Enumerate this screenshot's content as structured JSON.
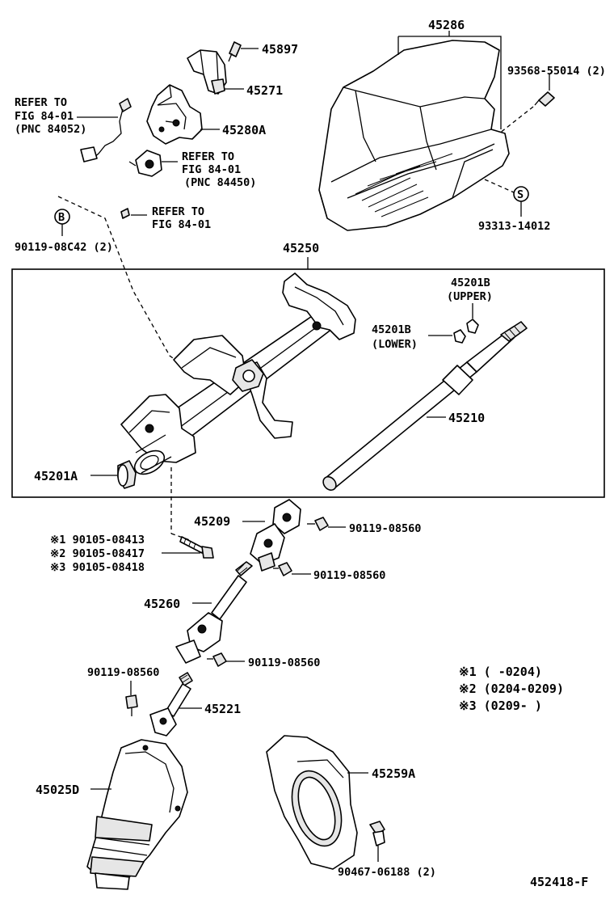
{
  "labels": {
    "p45286": "45286",
    "p45897": "45897",
    "p45271": "45271",
    "p45280a": "45280A",
    "refer1_l1": "REFER TO",
    "refer1_l2": "FIG 84-01",
    "refer1_l3": "(PNC 84052)",
    "refer2_l1": "REFER TO",
    "refer2_l2": "FIG 84-01",
    "refer2_l3": "(PNC 84450)",
    "refer3_l1": "REFER TO",
    "refer3_l2": "FIG 84-01",
    "circle_b": "B",
    "p90119_08c42": "90119-08C42 (2)",
    "p93568": "93568-55014 (2)",
    "circle_s": "S",
    "p93313": "93313-14012",
    "p45250": "45250",
    "p45201b_u1": "45201B",
    "p45201b_u2": "(UPPER)",
    "p45201b_l1": "45201B",
    "p45201b_l2": "(LOWER)",
    "p45210": "45210",
    "p45201a": "45201A",
    "p45209": "45209",
    "p90119_08560_a": "90119-08560",
    "p90119_08560_b": "90119-08560",
    "note1": "※1 90105-08413",
    "note2": "※2 90105-08417",
    "note3": "※3 90105-08418",
    "p45260": "45260",
    "p90119_08560_c": "90119-08560",
    "p90119_08560_d": "90119-08560",
    "p45221": "45221",
    "legend1": "※1 (     -0204)",
    "legend2": "※2 (0204-0209)",
    "legend3": "※3 (0209-     )",
    "p45025d": "45025D",
    "p45259a": "45259A",
    "p90467": "90467-06188 (2)",
    "figure_id": "452418-F"
  }
}
